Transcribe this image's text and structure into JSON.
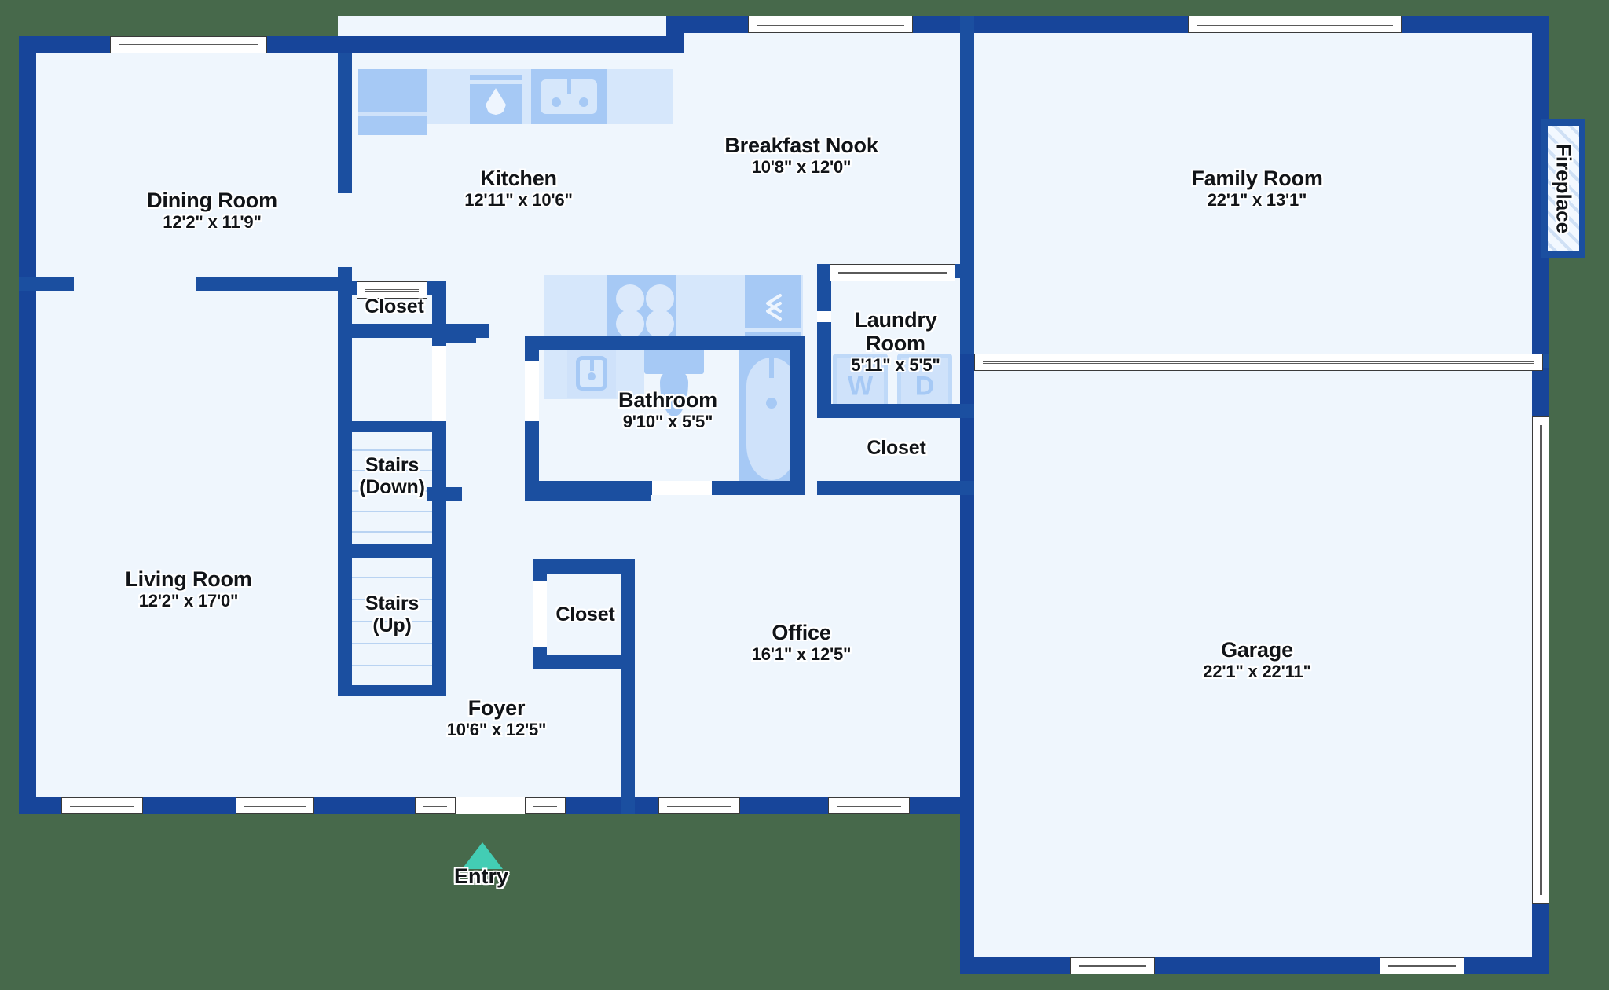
{
  "plan": {
    "background_color": "#47694b",
    "floor_color": "#eff6fd",
    "wall_color": "#1b4fa0",
    "fixture_color": "#a6c9f5",
    "entry_marker_color": "#43cdb4"
  },
  "entry": {
    "label": "Entry"
  },
  "fireplace": {
    "label": "Fireplace"
  },
  "rooms": {
    "dining_room": {
      "name": "Dining Room",
      "dim": "12'2\" x 11'9\""
    },
    "kitchen": {
      "name": "Kitchen",
      "dim": "12'11\" x 10'6\""
    },
    "breakfast_nook": {
      "name": "Breakfast Nook",
      "dim": "10'8\" x 12'0\""
    },
    "family_room": {
      "name": "Family Room",
      "dim": "22'1\" x 13'1\""
    },
    "living_room": {
      "name": "Living Room",
      "dim": "12'2\" x 17'0\""
    },
    "bathroom": {
      "name": "Bathroom",
      "dim": "9'10\" x 5'5\""
    },
    "laundry_room": {
      "name": "Laundry Room",
      "name_line1": "Laundry",
      "name_line2": "Room",
      "dim": "5'11\" x 5'5\""
    },
    "office": {
      "name": "Office",
      "dim": "16'1\" x 12'5\""
    },
    "foyer": {
      "name": "Foyer",
      "dim": "10'6\" x 12'5\""
    },
    "garage": {
      "name": "Garage",
      "dim": "22'1\" x 22'11\""
    },
    "closet_kitchen": {
      "name": "Closet"
    },
    "closet_hall": {
      "name": "Closet"
    },
    "closet_foyer": {
      "name": "Closet"
    },
    "stairs_down": {
      "name_line1": "Stairs",
      "name_line2": "(Down)"
    },
    "stairs_up": {
      "name_line1": "Stairs",
      "name_line2": "(Up)"
    }
  },
  "appliances": {
    "washer": {
      "label": "W",
      "name": "washer"
    },
    "dryer": {
      "label": "D",
      "name": "dryer"
    }
  },
  "fixture_names": [
    "refrigerator",
    "dishwasher",
    "kitchen-sink",
    "stovetop",
    "range-hood",
    "bathroom-vanity-sink",
    "toilet",
    "bathtub",
    "washer",
    "dryer",
    "fireplace"
  ]
}
